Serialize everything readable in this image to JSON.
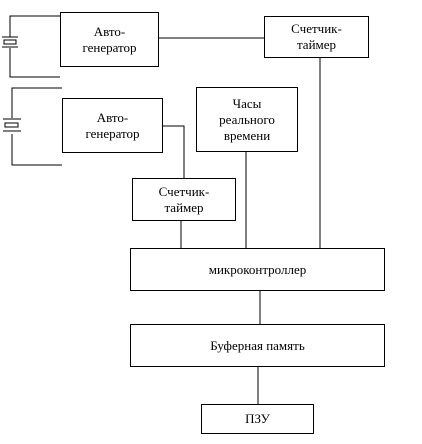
{
  "blocks": {
    "autogen_1": {
      "label": "Авто-\nгенератор"
    },
    "counter_1": {
      "label": "Счетчик-\nтаймер"
    },
    "autogen_2": {
      "label": "Авто-\nгенератор"
    },
    "rtc": {
      "label": "Часы\nреального\nвремени"
    },
    "counter_2": {
      "label": "Счетчик-\nтаймер"
    },
    "mcu": {
      "label": "микроконтроллер"
    },
    "buffer": {
      "label": "Буферная память"
    },
    "rom": {
      "label": "ПЗУ"
    }
  },
  "colors": {
    "line": "#000000",
    "background": "#ffffff"
  },
  "icons": {
    "quartz_resonator": "quartz-crystal-icon"
  }
}
